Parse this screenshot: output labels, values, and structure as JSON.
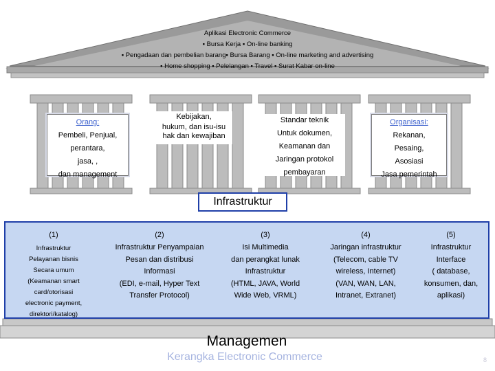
{
  "roof": {
    "lines": [
      "Aplikasi Electronic Commerce",
      "▪ Bursa Kerja ▪ On-line banking",
      "▪ Pengadaan dan pembelian barang▪ Bursa Barang ▪ On-line marketing and advertising",
      "▪ Home shopping ▪ Pelelangan ▪ Travel ▪ Surat Kabar on-line"
    ]
  },
  "pillars": [
    {
      "title": "Orang:",
      "lines": [
        "Pembeli, Penjual,",
        "perantara,",
        "jasa, ,",
        "dan management"
      ]
    },
    {
      "title": "",
      "lines": [
        "Kebijakan,",
        "hukum, dan isu-isu",
        "hak dan kewajiban"
      ]
    },
    {
      "title": "",
      "lines": [
        "Standar teknik",
        "Untuk dokumen,",
        "Keamanan dan",
        "Jaringan protokol",
        "pembayaran"
      ]
    },
    {
      "title": "Organisasi:",
      "lines": [
        "Rekanan,",
        "Pesaing,",
        "Asosiasi",
        "Jasa pemerintah"
      ]
    }
  ],
  "infrastruktur_label": "Infrastruktur",
  "columns": [
    {
      "num": "(1)",
      "lines": [
        "Infrastruktur",
        "Pelayanan bisnis",
        "Secara umum",
        "(Keamanan  smart",
        "card/otorisasi",
        "electronic payment,",
        "direktori/katalog)"
      ]
    },
    {
      "num": "(2)",
      "lines": [
        "Infrastruktur Penyampaian",
        "Pesan dan distribusi",
        "Informasi",
        "(EDI, e-mail, Hyper Text",
        "Transfer Protocol)"
      ]
    },
    {
      "num": "(3)",
      "lines": [
        "Isi Multimedia",
        "dan  perangkat lunak",
        "Infrastruktur",
        "(HTML, JAVA, World",
        "Wide Web, VRML)"
      ]
    },
    {
      "num": "(4)",
      "lines": [
        "Jaringan  infrastruktur",
        "(Telecom, cable TV",
        "wireless, Internet)",
        "(VAN, WAN, LAN,",
        "Intranet, Extranet)"
      ]
    },
    {
      "num": "(5)",
      "lines": [
        "Infrastruktur",
        "Interface",
        "( database,",
        "konsumen, dan,",
        "aplikasi)"
      ]
    }
  ],
  "manajemen_label": "Managemen",
  "caption": "Kerangka  Electronic Commerce",
  "page_number": "8",
  "colors": {
    "roof": "#8e8e8e",
    "pillar": "#b8b8b8",
    "band": "#c6d7f2",
    "border_blue": "#1f3fa8",
    "accent_blue": "#3a5fcd",
    "caption": "#a6b4e0"
  }
}
